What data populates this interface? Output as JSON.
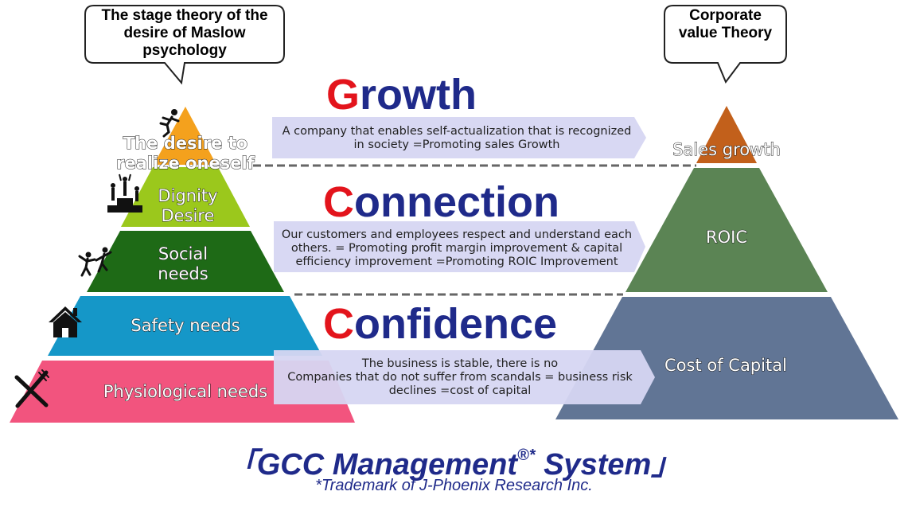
{
  "callouts": {
    "maslow": "The stage theory of the desire of Maslow psychology",
    "corporate": "Corporate value Theory"
  },
  "pillars": {
    "growth": {
      "initial": "G",
      "rest": "rowth"
    },
    "connection": {
      "initial": "C",
      "rest": "onnection"
    },
    "confidence": {
      "initial": "C",
      "rest": "onfidence"
    }
  },
  "maslow_pyramid": {
    "tiers": [
      {
        "label": "The desire to realize oneself",
        "color": "#f4a11d"
      },
      {
        "label": "Dignity Desire",
        "color": "#9bc81c"
      },
      {
        "label": "Social needs",
        "color": "#1e6a16"
      },
      {
        "label": "Safety needs",
        "color": "#1597c8"
      },
      {
        "label": "Physiological needs",
        "color": "#f2547e"
      }
    ]
  },
  "value_pyramid": {
    "tiers": [
      {
        "label": "Sales growth",
        "color": "#c2601b"
      },
      {
        "label": "ROIC",
        "color": "#5b8454"
      },
      {
        "label": "Cost of Capital",
        "color": "#617595"
      }
    ]
  },
  "banners": {
    "growth": "A company that enables self-actualization that is recognized in society =Promoting sales Growth",
    "connection": "Our customers and employees respect and understand each others.  = Promoting profit margin improvement & capital efficiency improvement =Promoting ROIC Improvement",
    "confidence_lines": [
      "The business is stable, there is no",
      "Companies that do not suffer from scandals = business risk",
      "declines =cost of capital"
    ]
  },
  "footer": {
    "open_bracket": "「",
    "title": "GCC  Management",
    "mark": "®*",
    "suffix": " System",
    "close_bracket": "」",
    "trademark": "*Trademark of J-Phoenix Research Inc."
  },
  "icons": [
    "running-person-icon",
    "podium-icon",
    "dancing-people-icon",
    "house-icon",
    "fork-knife-icon"
  ]
}
